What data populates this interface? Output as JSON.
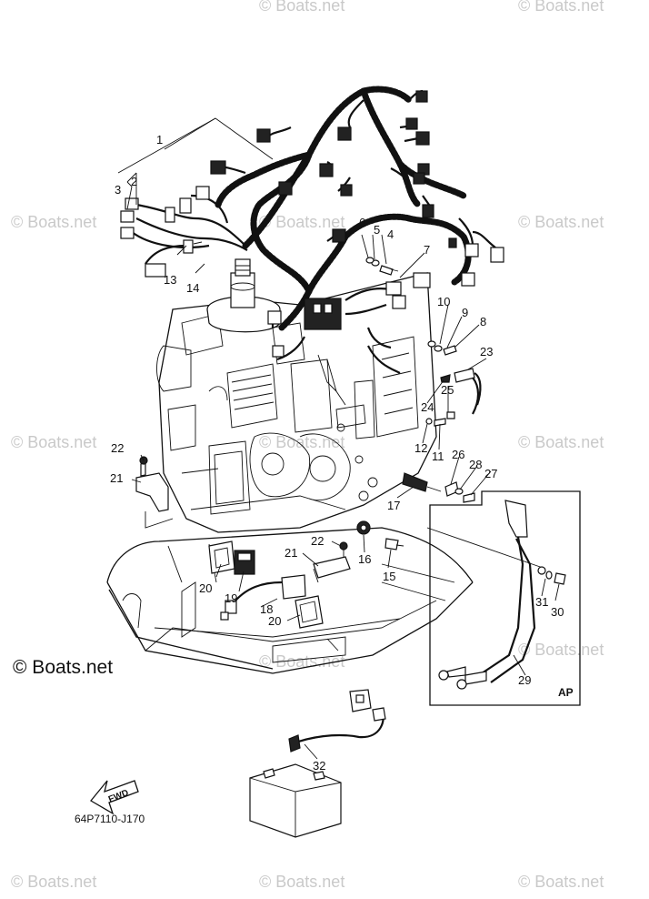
{
  "callouts": [
    "1",
    "2",
    "3",
    "4",
    "5",
    "6",
    "7",
    "8",
    "9",
    "10",
    "11",
    "12",
    "13",
    "14",
    "15",
    "16",
    "17",
    "18",
    "19",
    "20",
    "20",
    "21",
    "21",
    "22",
    "22",
    "23",
    "24",
    "25",
    "26",
    "27",
    "28",
    "29",
    "30",
    "31",
    "32"
  ],
  "watermark": "© Boats.net",
  "diagram_code": "64P7110-J170",
  "fwd_label": "FWD",
  "ap_label": "AP"
}
